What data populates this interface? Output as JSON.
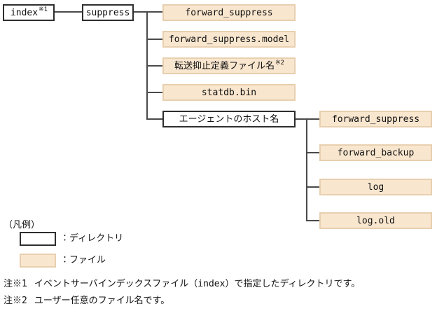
{
  "nodes": {
    "index": {
      "label": "index",
      "sup": "※1",
      "type": "directory"
    },
    "suppress": {
      "label": "suppress",
      "type": "directory"
    },
    "suppress_children": [
      {
        "label": "forward_suppress",
        "type": "file"
      },
      {
        "label": "forward_suppress.model",
        "type": "file"
      },
      {
        "label": "転送抑止定義ファイル名",
        "sup": "※2",
        "type": "file"
      },
      {
        "label": "statdb.bin",
        "type": "file"
      },
      {
        "label": "エージェントのホスト名",
        "type": "directory"
      }
    ],
    "host_children": [
      {
        "label": "forward_suppress",
        "type": "file"
      },
      {
        "label": "forward_backup",
        "type": "file"
      },
      {
        "label": "log",
        "type": "file"
      },
      {
        "label": "log.old",
        "type": "file"
      }
    ]
  },
  "legend": {
    "title": "（凡例）",
    "directory_label": "：ディレクトリ",
    "file_label": "：ファイル"
  },
  "notes": [
    {
      "ref": "注※1",
      "text": "イベントサーバインデックスファイル（index）で指定したディレクトリです。"
    },
    {
      "ref": "注※2",
      "text": "ユーザー任意のファイル名です。"
    }
  ],
  "colors": {
    "file_fill": "#F9E6CF",
    "file_border": "#E8CFAF",
    "directory_fill": "#FFFFFF",
    "directory_border": "#2E2E2E",
    "connector_line": "#4A4A4A"
  }
}
